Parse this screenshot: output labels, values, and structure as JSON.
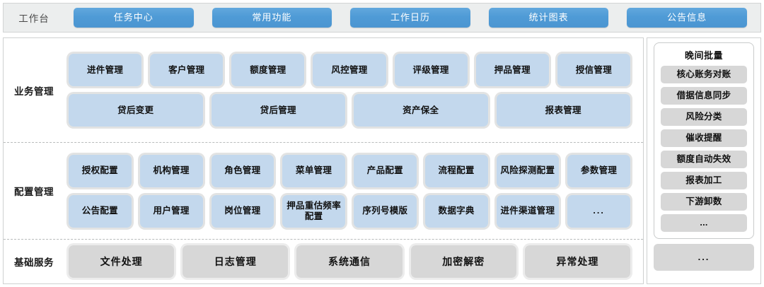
{
  "topbar": {
    "title": "工作台",
    "tabs": [
      {
        "label": "任务中心"
      },
      {
        "label": "常用功能"
      },
      {
        "label": "工作日历"
      },
      {
        "label": "统计图表"
      },
      {
        "label": "公告信息"
      }
    ],
    "accent_color": "#4f9bd6",
    "background_color": "#eceeee"
  },
  "sections": [
    {
      "label": "业务管理",
      "rows": [
        {
          "cards": [
            {
              "label": "进件管理"
            },
            {
              "label": "客户管理"
            },
            {
              "label": "额度管理"
            },
            {
              "label": "风控管理"
            },
            {
              "label": "评级管理"
            },
            {
              "label": "押品管理"
            },
            {
              "label": "授信管理"
            }
          ]
        },
        {
          "cards": [
            {
              "label": "贷后变更"
            },
            {
              "label": "贷后管理"
            },
            {
              "label": "资产保全"
            },
            {
              "label": "报表管理"
            }
          ]
        }
      ]
    },
    {
      "label": "配置管理",
      "rows": [
        {
          "cards": [
            {
              "label": "授权配置"
            },
            {
              "label": "机构管理"
            },
            {
              "label": "角色管理"
            },
            {
              "label": "菜单管理"
            },
            {
              "label": "产品配置"
            },
            {
              "label": "流程配置"
            },
            {
              "label": "风险探测配置"
            },
            {
              "label": "参数管理"
            }
          ]
        },
        {
          "cards": [
            {
              "label": "公告配置"
            },
            {
              "label": "用户管理"
            },
            {
              "label": "岗位管理"
            },
            {
              "label": "押品重估频率配置"
            },
            {
              "label": "序列号模版"
            },
            {
              "label": "数据字典"
            },
            {
              "label": "进件渠道管理"
            },
            {
              "label": "..."
            }
          ]
        }
      ]
    },
    {
      "label": "基础服务",
      "rows": [
        {
          "cards": [
            {
              "label": "文件处理"
            },
            {
              "label": "日志管理"
            },
            {
              "label": "系统通信"
            },
            {
              "label": "加密解密"
            },
            {
              "label": "异常处理"
            }
          ]
        }
      ]
    }
  ],
  "sidebar": {
    "batch_title": "晚间批量",
    "batch_items": [
      {
        "label": "核心账务对账"
      },
      {
        "label": "借据信息同步"
      },
      {
        "label": "风险分类"
      },
      {
        "label": "催收提醒"
      },
      {
        "label": "额度自动失效"
      },
      {
        "label": "报表加工"
      },
      {
        "label": "下游卸数"
      },
      {
        "label": "..."
      }
    ],
    "footer_label": "...",
    "card_color": "#d7d7d7"
  },
  "palette": {
    "card_blue": "#c3d8ed",
    "card_grey": "#d7d7d7",
    "panel_border": "#cfd1d1",
    "divider": "#b9bcbc"
  }
}
